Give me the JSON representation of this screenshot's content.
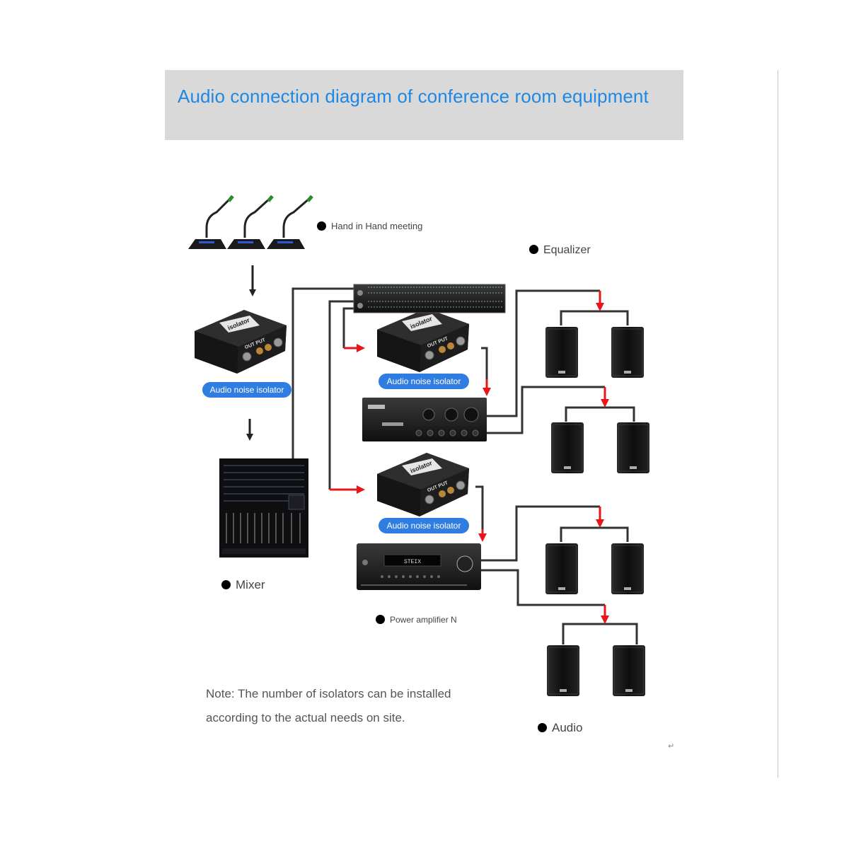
{
  "title": "Audio connection diagram of conference room equipment",
  "labels": {
    "meeting": "Hand in Hand meeting",
    "equalizer": "Equalizer",
    "mixer": "Mixer",
    "power_amplifier": "Power amplifier N",
    "audio": "Audio"
  },
  "isolators": [
    {
      "label": "Audio noise isolator",
      "badge": "isolator",
      "port_text": "OUT PUT"
    },
    {
      "label": "Audio noise isolator",
      "badge": "isolator",
      "port_text": "OUT PUT"
    },
    {
      "label": "Audio noise isolator",
      "badge": "isolator",
      "port_text": "OUT PUT"
    }
  ],
  "receiver_display": "STEIX",
  "note": {
    "line1": "Note: The number of isolators can be installed",
    "line2": "according to the actual needs on site."
  },
  "colors": {
    "title": "#1e88e5",
    "banner": "#d9d9d9",
    "pill": "#2f7de1",
    "arrow_red": "#e8161b",
    "wire": "#333333",
    "device": "#1c1c1c"
  },
  "mark": "↵"
}
